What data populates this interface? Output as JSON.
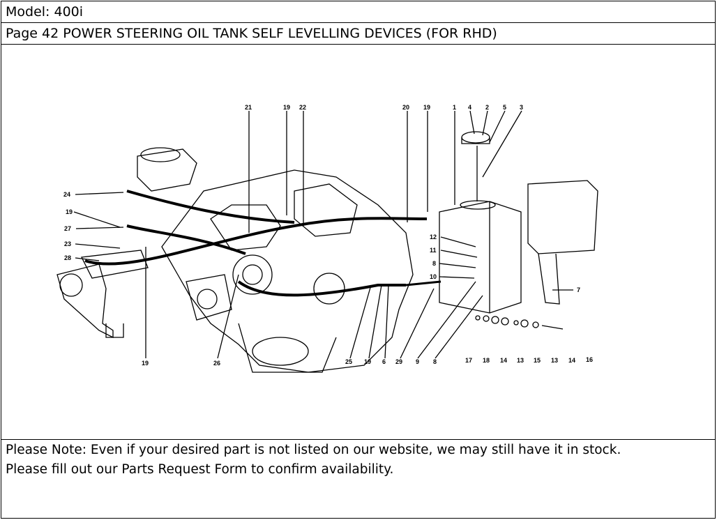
{
  "header": {
    "model_label": "Model: 400i",
    "page_title": "Page 42  POWER STEERING OIL TANK  SELF LEVELLING DEVICES (FOR RHD)"
  },
  "diagram": {
    "callouts": [
      "21",
      "19",
      "22",
      "20",
      "19",
      "1",
      "4",
      "2",
      "5",
      "3",
      "24",
      "19",
      "27",
      "23",
      "28",
      "12",
      "11",
      "8",
      "10",
      "7",
      "19",
      "26",
      "25",
      "19",
      "6",
      "29",
      "9",
      "8",
      "17",
      "18",
      "14",
      "13",
      "15",
      "13",
      "14",
      "16"
    ]
  },
  "footer": {
    "note_line_1": "Please Note: Even if your desired part is not listed on our website, we may still have it in stock.",
    "note_line_2": "Please fill out our Parts Request Form to confirm availability."
  }
}
